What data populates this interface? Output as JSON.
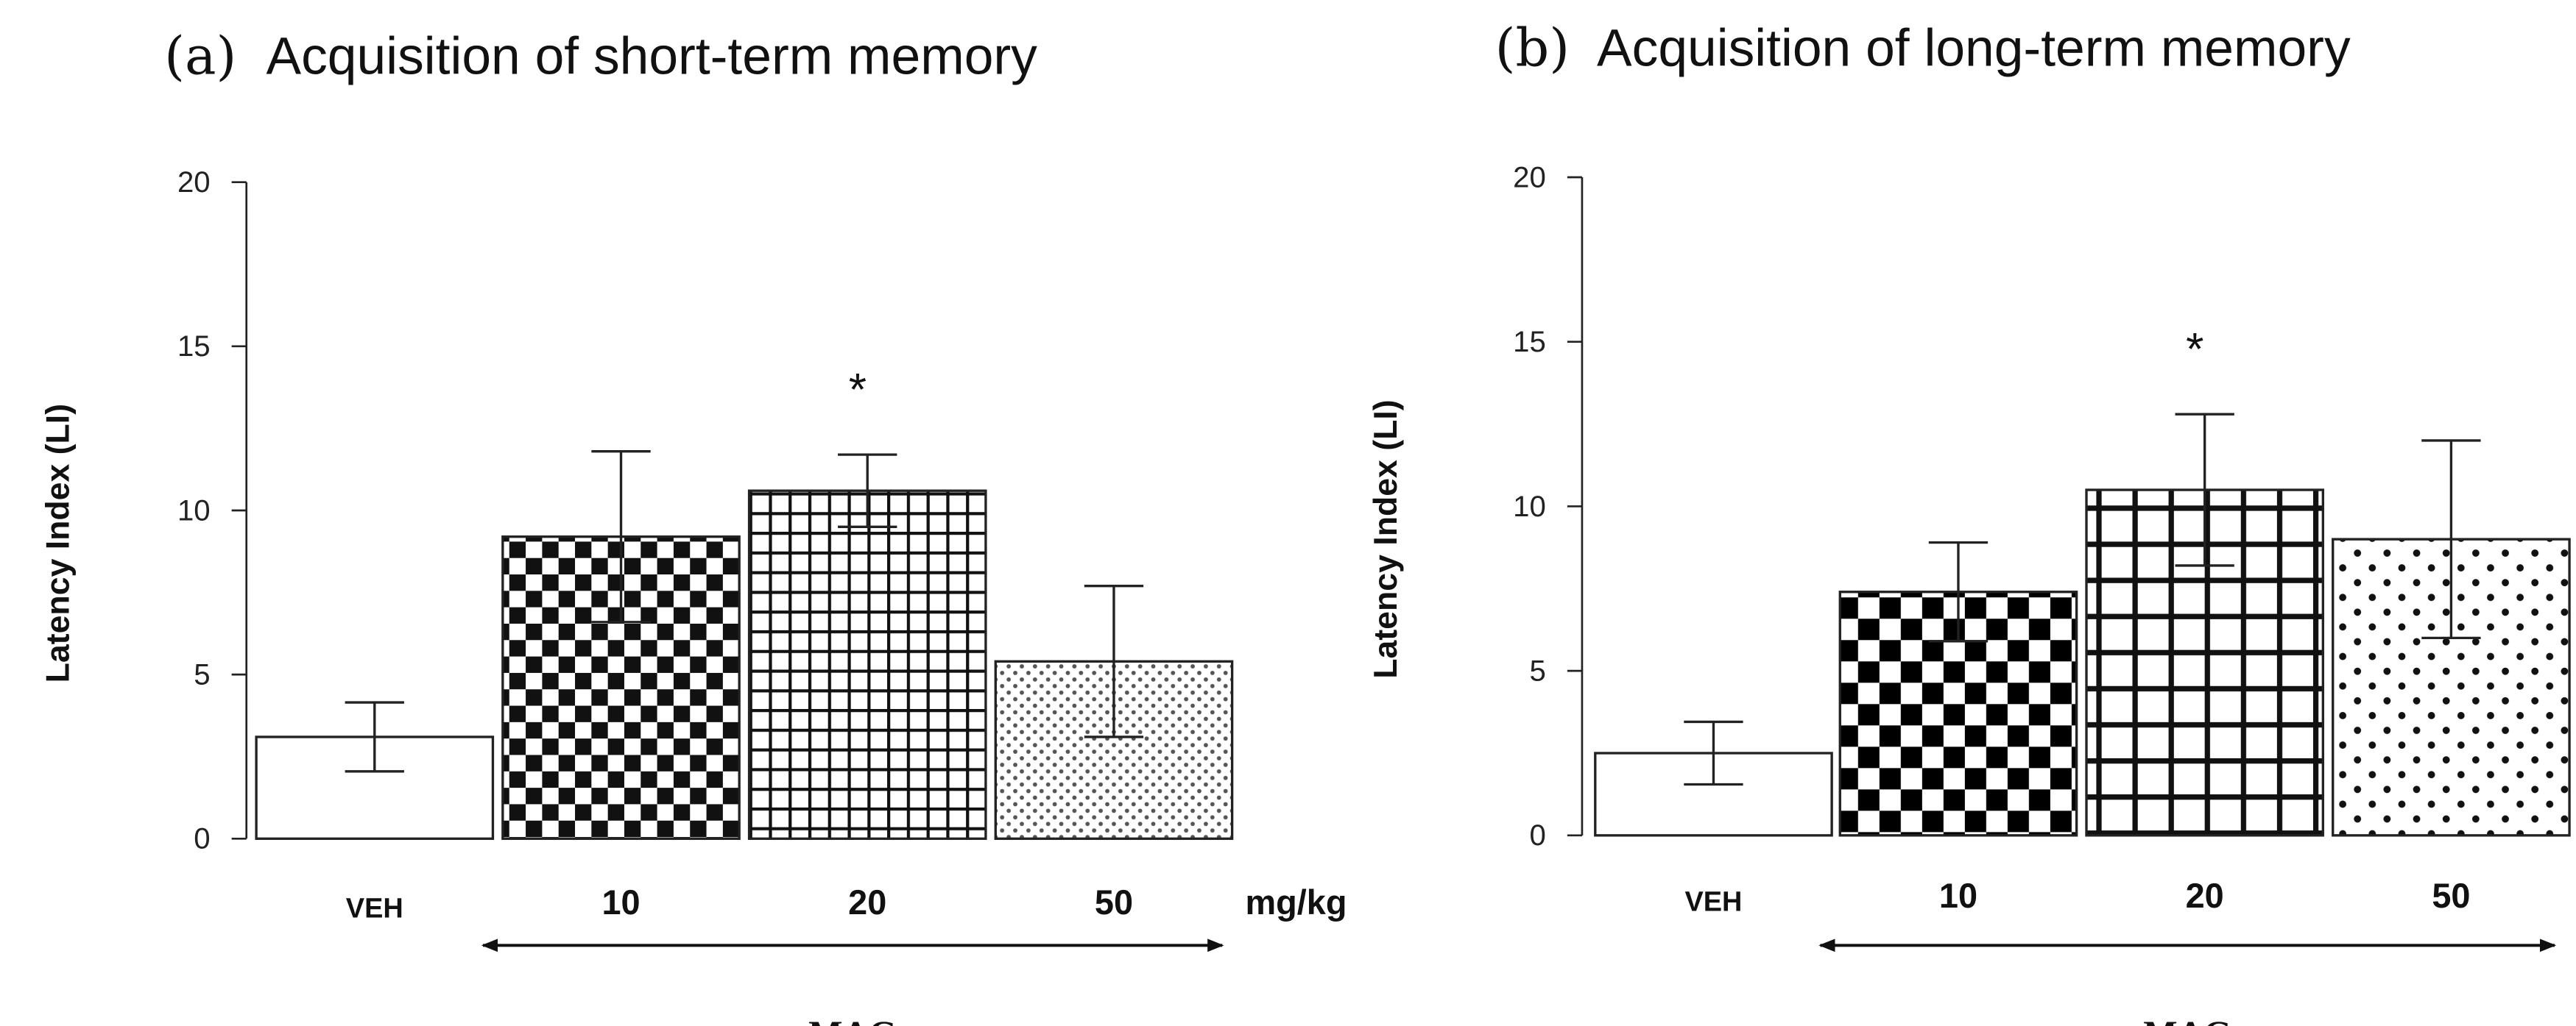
{
  "chart_data": [
    {
      "type": "bar",
      "panel_label": "(a)",
      "title": "Acquisition of short-term memory",
      "ylabel": "Latency Index (LI)",
      "xlabel": "",
      "ylim": [
        0,
        20
      ],
      "yticks": [
        0,
        5,
        10,
        15,
        20
      ],
      "categories": [
        "VEH",
        "10",
        "20",
        "50"
      ],
      "unit_label": "mg/kg",
      "group_label": "MAG",
      "patterns": [
        "solid-white",
        "checker-coarse",
        "grid",
        "fine-dots"
      ],
      "series": [
        {
          "values": [
            3.1,
            9.2,
            10.6,
            5.4
          ],
          "error": [
            1.05,
            2.6,
            1.1,
            2.3
          ]
        }
      ],
      "significance": [
        "",
        "",
        "*",
        ""
      ]
    },
    {
      "type": "bar",
      "panel_label": "(b)",
      "title": "Acquisition of long-term memory",
      "ylabel": "Latency Index (LI)",
      "xlabel": "",
      "ylim": [
        0,
        20
      ],
      "yticks": [
        0,
        5,
        10,
        15,
        20
      ],
      "categories": [
        "VEH",
        "10",
        "20",
        "50"
      ],
      "unit_label": "",
      "group_label": "MAG",
      "patterns": [
        "solid-white",
        "checker-bold",
        "grid-large",
        "sparse-dots"
      ],
      "series": [
        {
          "values": [
            2.5,
            7.4,
            10.5,
            9.0
          ],
          "error": [
            0.95,
            1.5,
            2.3,
            3.0
          ]
        }
      ],
      "significance": [
        "",
        "",
        "*",
        ""
      ]
    }
  ]
}
